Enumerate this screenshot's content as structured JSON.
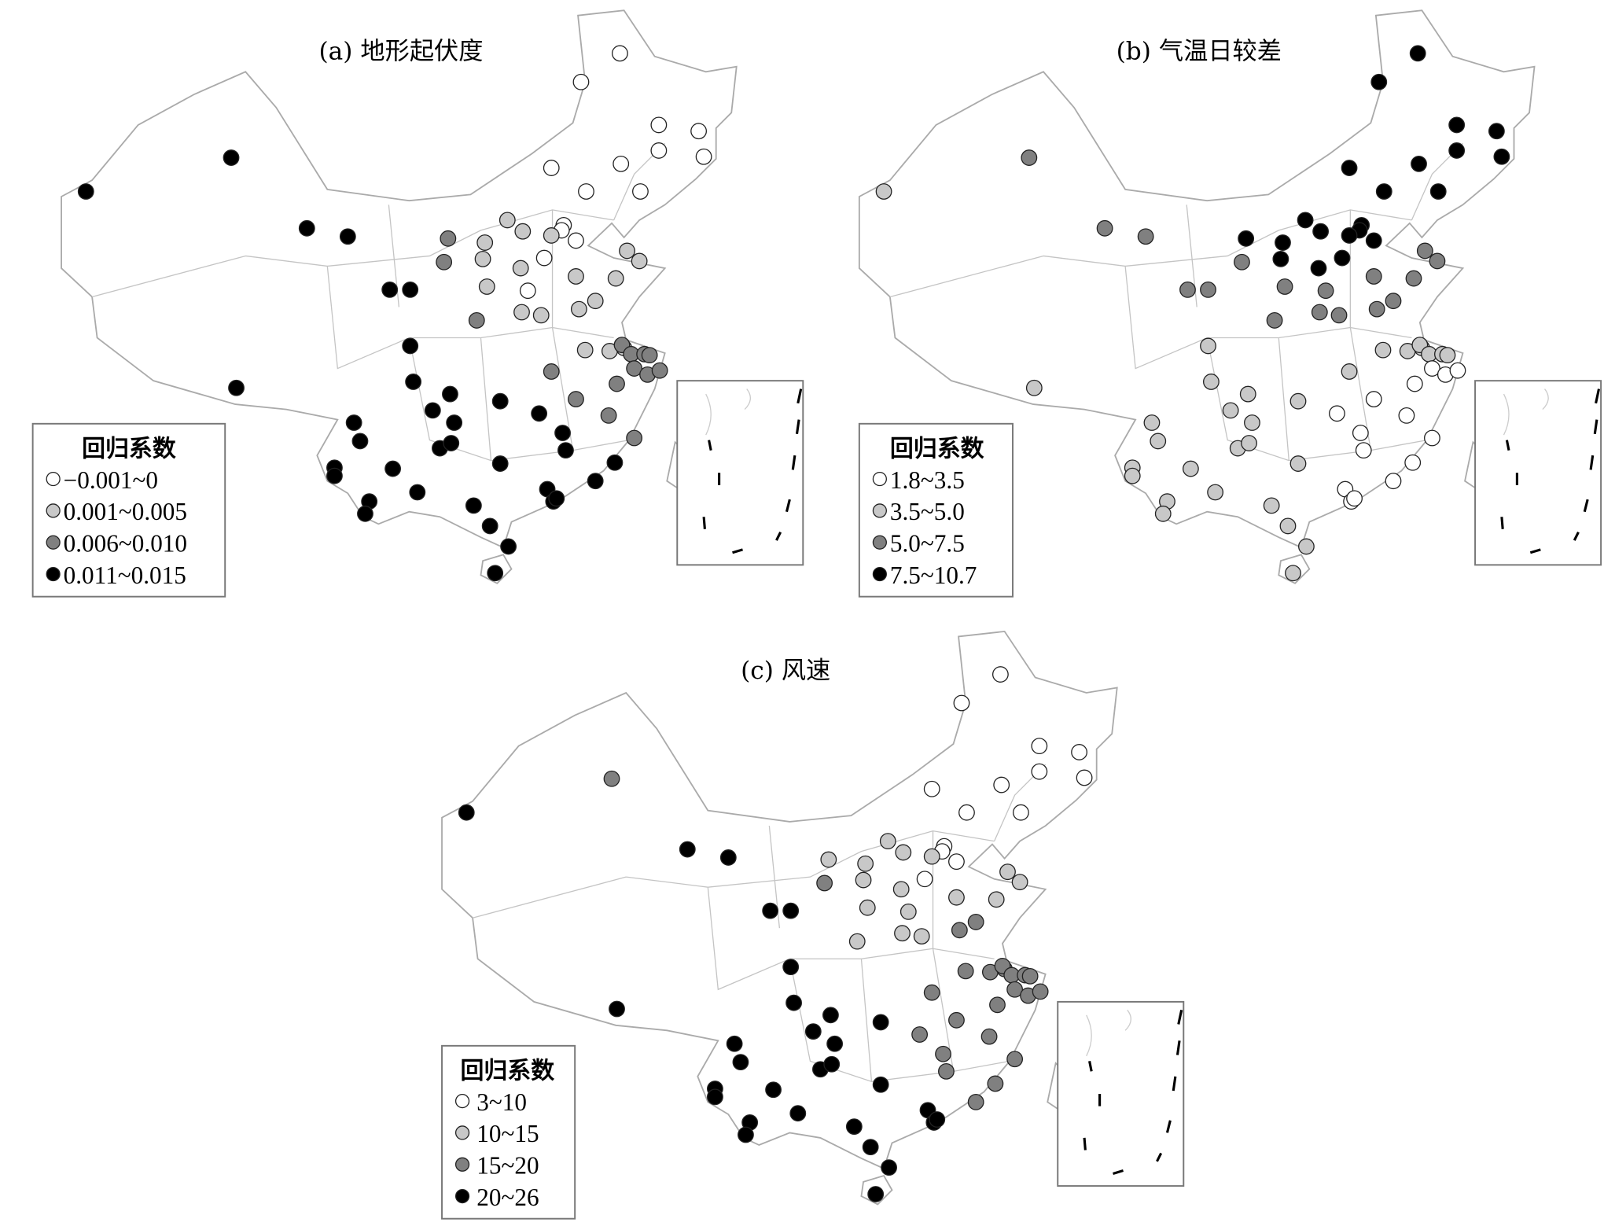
{
  "class_colors": [
    "#ffffff",
    "#c8c8c8",
    "#808080",
    "#000000"
  ],
  "panels": [
    {
      "title": "(a) 地形起伏度",
      "legend": {
        "title": "回归系数",
        "items": [
          "−0.001~0",
          "0.001~0.005",
          "0.006~0.010",
          "0.011~0.015"
        ]
      },
      "station_classes": [
        0,
        0,
        0,
        0,
        0,
        0,
        0,
        0,
        0,
        0,
        0,
        0,
        0,
        0,
        0,
        1,
        1,
        1,
        1,
        1,
        1,
        1,
        1,
        1,
        1,
        1,
        1,
        1,
        1,
        1,
        1,
        1,
        1,
        2,
        2,
        2,
        2,
        2,
        2,
        2,
        2,
        2,
        2,
        2,
        2,
        2,
        2,
        2,
        3,
        3,
        3,
        3,
        3,
        3,
        3,
        3,
        3,
        3,
        3,
        3,
        3,
        3,
        3,
        3,
        3,
        3,
        3,
        3,
        3,
        3,
        3,
        3,
        3,
        3,
        3,
        3,
        3,
        3,
        3,
        3,
        3,
        3,
        3,
        3
      ]
    },
    {
      "title": "(b) 气温日较差",
      "legend": {
        "title": "回归系数",
        "items": [
          "1.8~3.5",
          "3.5~5.0",
          "5.0~7.5",
          "7.5~10.7"
        ]
      },
      "station_classes": [
        3,
        3,
        3,
        3,
        3,
        3,
        3,
        3,
        3,
        3,
        3,
        3,
        3,
        3,
        2,
        3,
        3,
        3,
        3,
        2,
        2,
        2,
        2,
        3,
        3,
        2,
        2,
        2,
        2,
        2,
        1,
        1,
        1,
        3,
        2,
        2,
        1,
        1,
        1,
        1,
        1,
        0,
        0,
        0,
        0,
        0,
        0,
        0,
        2,
        1,
        2,
        2,
        2,
        2,
        1,
        1,
        1,
        1,
        1,
        1,
        1,
        1,
        1,
        1,
        0,
        0,
        0,
        1,
        1,
        1,
        1,
        1,
        1,
        1,
        1,
        0,
        0,
        0,
        0,
        0,
        1,
        1,
        1,
        1
      ]
    },
    {
      "title": "(c) 风速",
      "legend": {
        "title": "回归系数",
        "items": [
          "3~10",
          "10~15",
          "15~20",
          "20~26"
        ]
      },
      "station_classes": [
        0,
        0,
        0,
        0,
        0,
        0,
        0,
        0,
        0,
        0,
        0,
        0,
        0,
        0,
        1,
        1,
        1,
        1,
        1,
        1,
        1,
        1,
        1,
        1,
        1,
        1,
        1,
        1,
        2,
        2,
        2,
        2,
        2,
        1,
        2,
        1,
        2,
        2,
        2,
        2,
        2,
        2,
        2,
        2,
        2,
        2,
        2,
        2,
        2,
        3,
        3,
        3,
        3,
        3,
        3,
        3,
        3,
        3,
        3,
        3,
        3,
        3,
        3,
        3,
        2,
        2,
        2,
        3,
        3,
        3,
        3,
        3,
        3,
        3,
        3,
        3,
        3,
        3,
        2,
        2,
        3,
        3,
        3,
        3
      ]
    }
  ]
}
